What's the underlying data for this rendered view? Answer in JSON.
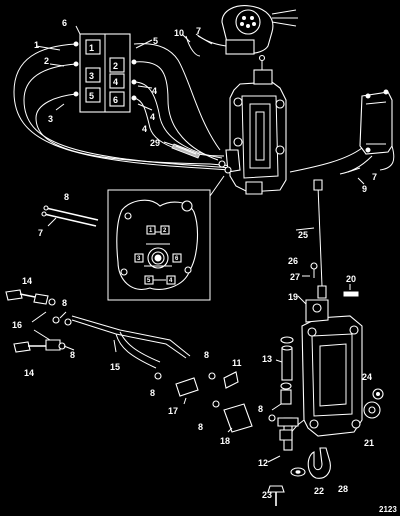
{
  "figure_number": "2123",
  "callouts": [
    "1",
    "2",
    "3",
    "4",
    "5",
    "6",
    "7",
    "8",
    "9",
    "10",
    "11",
    "12",
    "13",
    "14",
    "15",
    "16",
    "17",
    "18",
    "19",
    "20",
    "21",
    "22",
    "23",
    "24",
    "25",
    "26",
    "27",
    "28",
    "29"
  ],
  "firing_order_box_numbers": [
    "1",
    "2",
    "3",
    "4",
    "5",
    "6"
  ],
  "detail_numbers": [
    "1",
    "2",
    "3",
    "4",
    "5",
    "6"
  ]
}
